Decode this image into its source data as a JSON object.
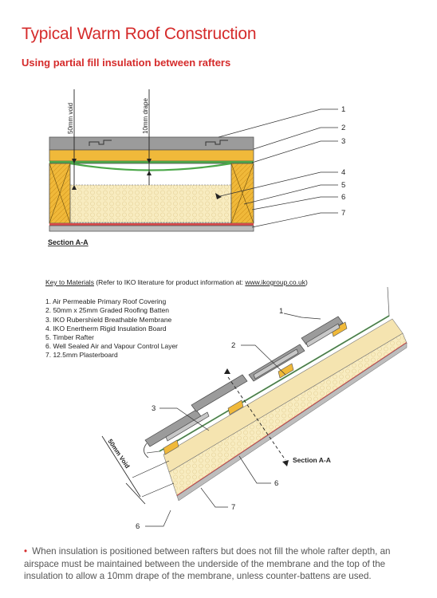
{
  "title": "Typical Warm Roof Construction",
  "subtitle": "Using partial fill insulation between rafters",
  "section": {
    "label": "Section A-A",
    "dim_void": "50mm void",
    "dim_drape": "10mm drape",
    "callouts": [
      "1",
      "2",
      "3",
      "4",
      "5",
      "6",
      "7"
    ]
  },
  "key": {
    "heading_pre": "Key to Materials",
    "heading_mid": " (Refer to IKO literature for product information at: ",
    "heading_link": "www.ikogroup.co.uk",
    "heading_post": ")",
    "items": [
      "1. Air Permeable Primary Roof Covering",
      "2. 50mm x 25mm Graded Roofing Batten",
      "3. IKO Rubershield Breathable Membrane",
      "4. IKO Enertherm Rigid Insulation Board",
      "5. Timber Rafter",
      "6. Well Sealed Air and Vapour Control Layer",
      "7. 12.5mm Plasterboard"
    ]
  },
  "iso": {
    "label_1": "1",
    "label_2": "2",
    "label_3": "3",
    "label_6a": "6",
    "label_6b": "6",
    "label_7": "7",
    "dim_void": "50mm Void",
    "section_ref": "Section A-A"
  },
  "note": {
    "bullet": "•",
    "text": "When insulation is positioned between rafters but does not fill the whole rafter depth, an airspace must be maintained between the underside of the membrane and the top of the insulation to allow a 10mm drape of the membrane, unless counter-battens are used."
  },
  "colors": {
    "accent": "#d52b2b",
    "timber": "#f0b93a",
    "insulation": "#f8ecc0",
    "membrane": "#4ca84a",
    "roof_covering": "#9a9a9a",
    "vcl": "#d94a4a"
  }
}
